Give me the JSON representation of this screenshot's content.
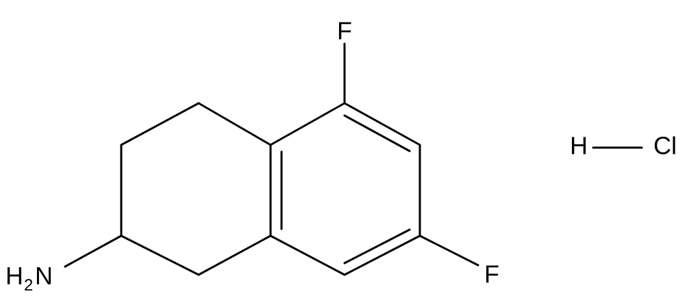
{
  "molecule": {
    "atoms": {
      "f_top": "F",
      "f_bottom": "F",
      "amine_h": "H",
      "amine_sub": "2",
      "amine_n": "N",
      "hcl_h": "H",
      "hcl_cl": "Cl"
    }
  }
}
